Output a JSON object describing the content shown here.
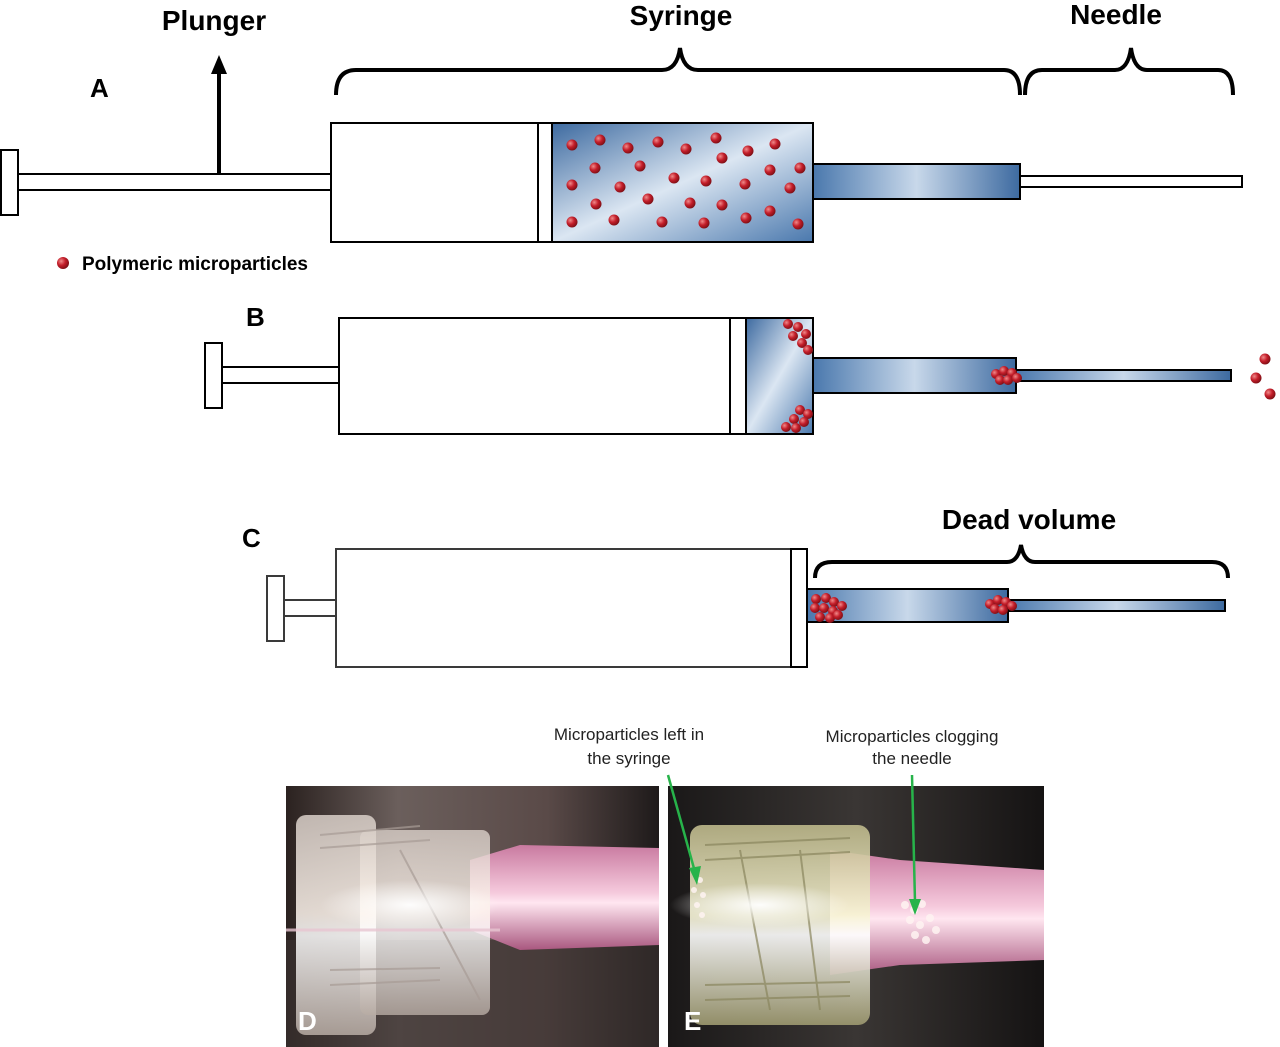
{
  "labels": {
    "plunger": "Plunger",
    "syringe": "Syringe",
    "needle": "Needle",
    "dead_volume": "Dead volume",
    "legend": "Polymeric microparticles"
  },
  "panels": {
    "a": "A",
    "b": "B",
    "c": "C",
    "d": "D",
    "e": "E"
  },
  "annotations": {
    "left_syringe_line1": "Microparticles left in",
    "left_syringe_line2": "the syringe",
    "clogging_line1": "Microparticles clogging",
    "clogging_line2": "the needle"
  },
  "colors": {
    "fluid_dark": "#3d6aa0",
    "fluid_light": "#dbe6f2",
    "particle": "#c41e2a",
    "annotation_arrow": "#27b34a"
  }
}
